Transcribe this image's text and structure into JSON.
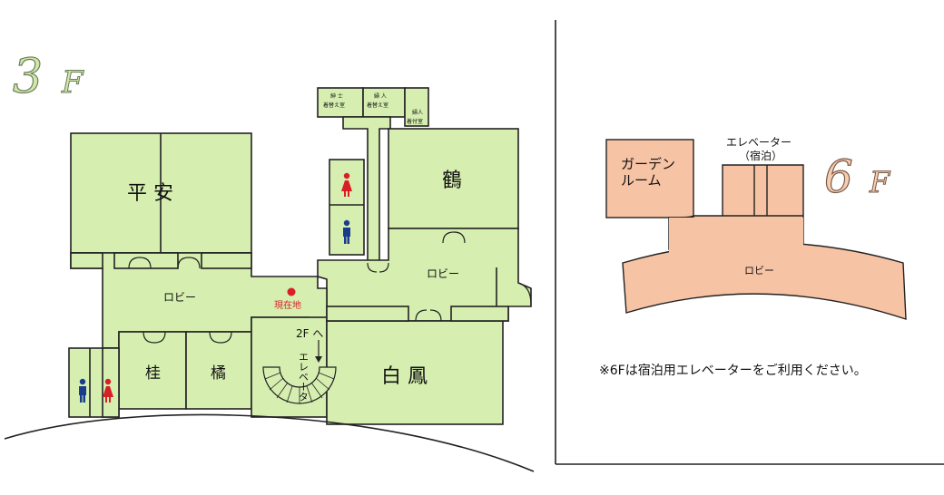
{
  "floor3": {
    "title_number": "3",
    "title_suffix": "F",
    "rooms": {
      "heian": "平 安",
      "tsuru": "鶴",
      "hakuho": "白 鳳",
      "katsura": "桂",
      "tachibana": "橘"
    },
    "lobby_main": "ロビー",
    "lobby_east": "ロビー",
    "current_location": "現在地",
    "stairs_label_2f": "2F へ",
    "stairs_label_elevator": "エレベータ",
    "dressing_room_men": [
      "紳 士",
      "着替え室"
    ],
    "dressing_room_women": [
      "婦 人",
      "着替え室"
    ],
    "dressing_room_women2": [
      "婦人",
      "着付室"
    ]
  },
  "floor6": {
    "title_number": "6",
    "title_suffix": "F",
    "garden_room": [
      "ガーデン",
      "ルーム"
    ],
    "elevator": [
      "エレベーター",
      "（宿泊）"
    ],
    "lobby": "ロビー"
  },
  "note": "※6Fは宿泊用エレベーターをご利用ください。",
  "colors": {
    "floor3_fill": "#d6eeb0",
    "floor6_fill": "#f6c3a4",
    "male_icon": "#1a3c8c",
    "female_icon": "#d81f26",
    "current_marker": "#d81f26"
  }
}
